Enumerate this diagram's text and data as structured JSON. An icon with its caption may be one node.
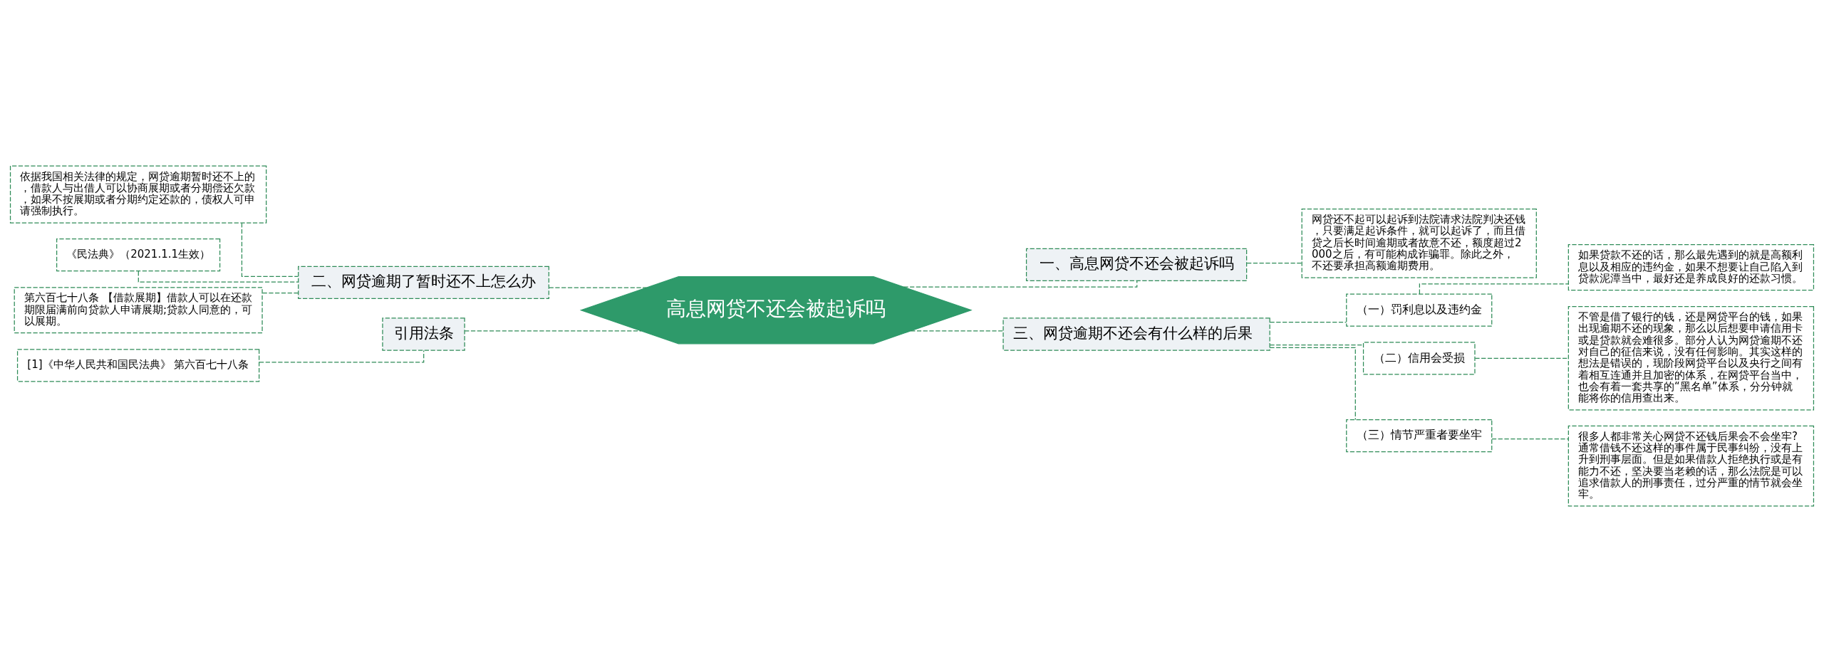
{
  "diagram": {
    "nodes": [
      {
        "text": [
          "高息网贷不还会被起诉吗"
        ]
      },
      {
        "text": [
          "一、高息网贷不还会被起诉吗"
        ]
      },
      {
        "text": [
          "网贷还不起可以起诉到法院请求法院判决还钱，只要满足起诉条件，就可以起诉了，而且借贷之后长时间逾期或者故意不还，额度超过2000之后，有可能构成诈骗罪。除此之外，不还要承担高额逾期费用。"
        ]
      },
      {
        "text": [
          "三、网贷逾期不还会有什么样的后果"
        ]
      },
      {
        "text": [
          "（一）罚利息以及违约金"
        ]
      },
      {
        "text": [
          "如果贷款不还的话，那么最先遇到的就是高额利息以及相应的违约金，如果不想要让自己陷入到贷款泥潭当中，最好还是养成良好的还款习惯。"
        ]
      },
      {
        "text": [
          "（二）信用会受损"
        ]
      },
      {
        "text": [
          "不管是借了银行的钱，还是网贷平台的钱，如果出现逾期不还的现象，那么以后想要申请信用卡或是贷款就会难很多。部分人认为网贷逾期不还对自己的征信来说，没有任何影响。其实这样的想法是错误的，现阶段网贷平台以及央行之间有着相互连通并且加密的体系，在网贷平台当中，也会有着一套共享的“黑名单”体系，分分钟就能将你的信用查出来。"
        ]
      },
      {
        "text": [
          "（三）情节严重者要坐牢"
        ]
      },
      {
        "text": [
          "很多人都非常关心网贷不还钱后果会不会坐牢?通常借钱不还这样的事件属于民事纠纷，没有上升到刑事层面。但是如果借款人拒绝执行或是有能力不还，坚决要当老赖的话，那么法院是可以追求借款人的刑事责任，过分严重的情节就会坐牢。"
        ]
      },
      {
        "text": [
          "二、网贷逾期了暂时还不上怎么办"
        ]
      },
      {
        "text": [
          "依据我国相关法律的规定，网贷逾期暂时还不上的，借款人与出借人可以协商展期或者分期偿还欠款，如果不按展期或者分期约定还款的，债权人可申请强制执行。"
        ]
      },
      {
        "text": [
          "《民法典》（2021.1.1生效）"
        ]
      },
      {
        "text": [
          "第六百七十八条 【借款展期】借款人可以在还款期限届满前向贷款人申请展期;贷款人同意的，可以展期。"
        ]
      },
      {
        "text": [
          "引用法条"
        ]
      },
      {
        "text": [
          "[1]《中华人民共和国民法典》 第六百七十八条"
        ]
      }
    ],
    "edges": [
      {
        "from": 0,
        "to": 1,
        "arrow": "none",
        "style": "dashed"
      },
      {
        "from": 1,
        "to": 2,
        "arrow": "none",
        "style": "dashed"
      },
      {
        "from": 0,
        "to": 3,
        "arrow": "none",
        "style": "dashed"
      },
      {
        "from": 3,
        "to": 4,
        "arrow": "none",
        "style": "dashed"
      },
      {
        "from": 4,
        "to": 5,
        "arrow": "none",
        "style": "dashed"
      },
      {
        "from": 3,
        "to": 6,
        "arrow": "none",
        "style": "dashed"
      },
      {
        "from": 6,
        "to": 7,
        "arrow": "none",
        "style": "dashed"
      },
      {
        "from": 3,
        "to": 8,
        "arrow": "none",
        "style": "dashed"
      },
      {
        "from": 8,
        "to": 9,
        "arrow": "none",
        "style": "dashed"
      },
      {
        "from": 0,
        "to": 10,
        "arrow": "none",
        "style": "dashed"
      },
      {
        "from": 10,
        "to": 11,
        "arrow": "none",
        "style": "dashed"
      },
      {
        "from": 10,
        "to": 12,
        "arrow": "none",
        "style": "dashed"
      },
      {
        "from": 10,
        "to": 13,
        "arrow": "none",
        "style": "dashed"
      },
      {
        "from": 0,
        "to": 14,
        "arrow": "none",
        "style": "dashed"
      },
      {
        "from": 14,
        "to": 15,
        "arrow": "none",
        "style": "dashed"
      }
    ]
  }
}
